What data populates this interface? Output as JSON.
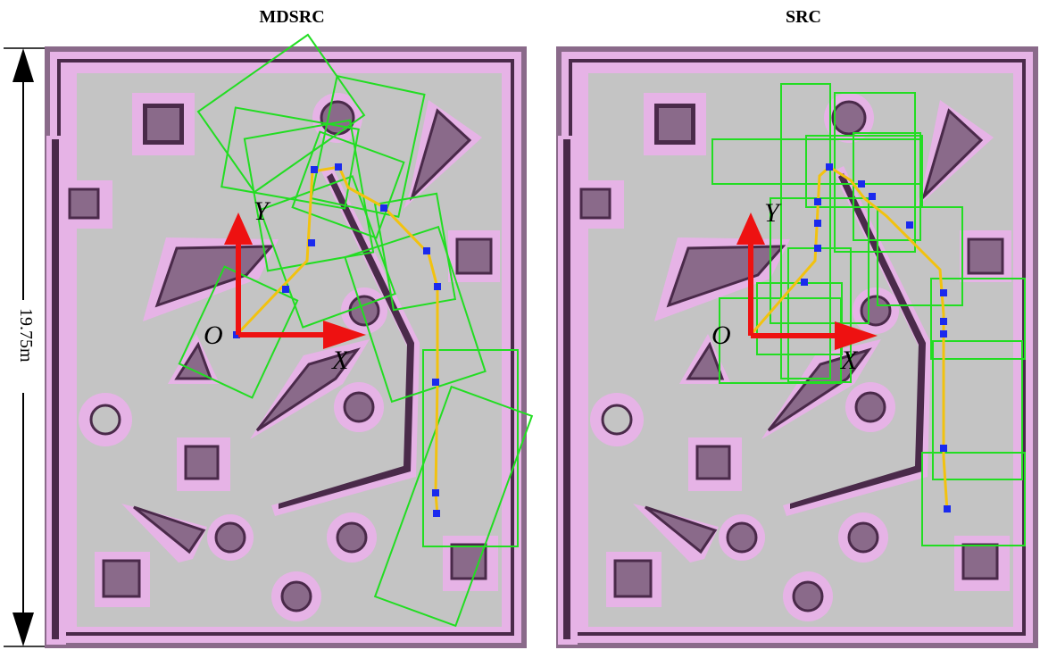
{
  "panels": {
    "left": {
      "title": "MDSRC"
    },
    "right": {
      "title": "SRC"
    }
  },
  "scale": {
    "label": "19.75m"
  },
  "axes": {
    "origin": "O",
    "x": "X",
    "y": "Y"
  },
  "colors": {
    "floor": "#c4c4c4",
    "inflation": "#e6b3e6",
    "wall": "#4a2a4a",
    "obstacle": "#8a6a8a",
    "corridor_box": "#22dd22",
    "path": "#f2c20f",
    "waypoint": "#1a2aee",
    "axis_arrow": "#ee1111"
  }
}
